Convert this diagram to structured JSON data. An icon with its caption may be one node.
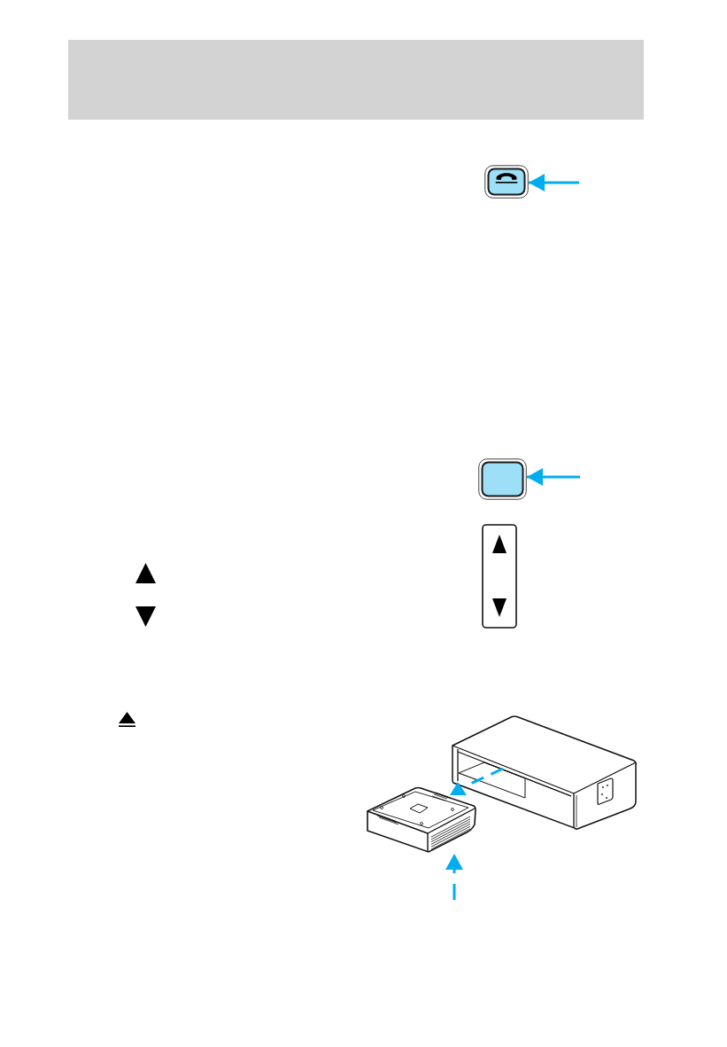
{
  "diagram": {
    "nodes": [
      {
        "text": [],
        "shape": "picture"
      },
      {
        "text": [],
        "shape": "box"
      },
      {
        "text": [],
        "shape": "picture"
      }
    ],
    "edges": [
      {
        "from": null,
        "to": 0,
        "arrow": "to"
      },
      {
        "from": null,
        "to": 1,
        "arrow": "to"
      },
      {
        "from": null,
        "to": 2,
        "arrow": "to",
        "style": "dashed"
      }
    ]
  }
}
